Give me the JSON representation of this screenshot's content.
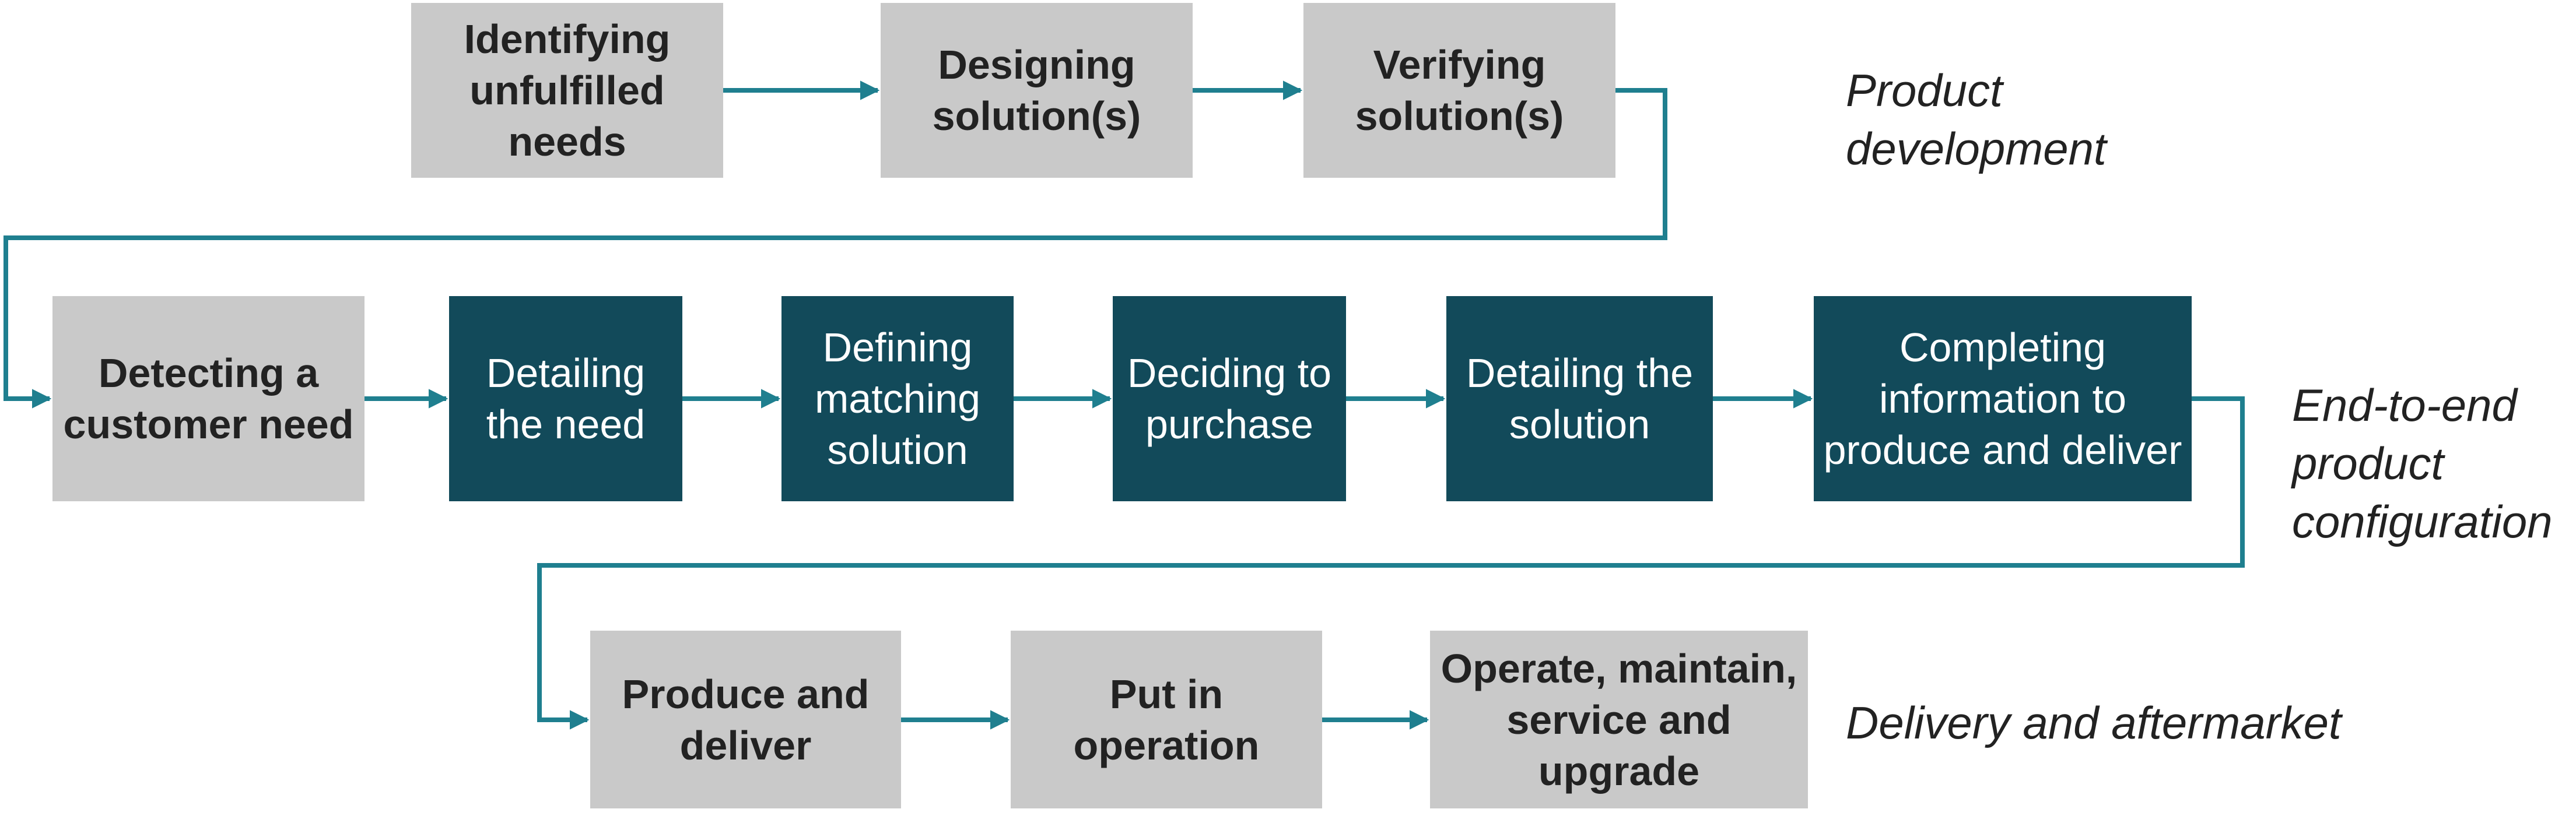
{
  "colors": {
    "box_gray": "#c9c9c9",
    "box_dark": "#124a5a",
    "connector": "#1f7f8f",
    "text_dark": "#222222",
    "text_light": "#ffffff"
  },
  "stages": {
    "product_development": "Product development",
    "end_to_end": "End-to-end product configuration",
    "delivery": "Delivery and aftermarket"
  },
  "boxes": {
    "identifying": "Identifying unfulfilled needs",
    "designing": "Designing solution(s)",
    "verifying": "Verifying solution(s)",
    "detecting": "Detecting a customer need",
    "detailing_need": "Detailing the need",
    "defining": "Defining matching solution",
    "deciding": "Deciding to purchase",
    "detailing_solution": "Detailing the solution",
    "completing": "Completing information to produce and deliver",
    "produce": "Produce and deliver",
    "put_in_operation": "Put in operation",
    "operate": "Operate, maintain, service and upgrade"
  }
}
